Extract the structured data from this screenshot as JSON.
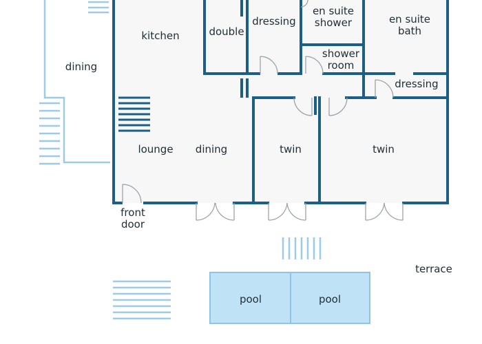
{
  "colors": {
    "wall": "#1b5f88",
    "floor": "#f7f7f7",
    "outdoor_line": "#9dcbe6",
    "pool_fill": "#bfe2f7",
    "pool_edge": "#8ec5e6",
    "door_swing": "#9aa3a8",
    "label": "#1f2d36"
  },
  "rooms": {
    "dining_outside": "dining",
    "kitchen": "kitchen",
    "double": "double",
    "dressing_1": "dressing",
    "en_suite_shower_1": "en suite",
    "en_suite_shower_2": "shower",
    "en_suite_bath_1": "en suite",
    "en_suite_bath_2": "bath",
    "shower_room_1": "shower",
    "shower_room_2": "room",
    "dressing_2": "dressing",
    "lounge": "lounge",
    "dining_inside": "dining",
    "twin_1": "twin",
    "twin_2": "twin",
    "front_door_1": "front",
    "front_door_2": "door",
    "terrace": "terrace",
    "pool_1": "pool",
    "pool_2": "pool"
  }
}
